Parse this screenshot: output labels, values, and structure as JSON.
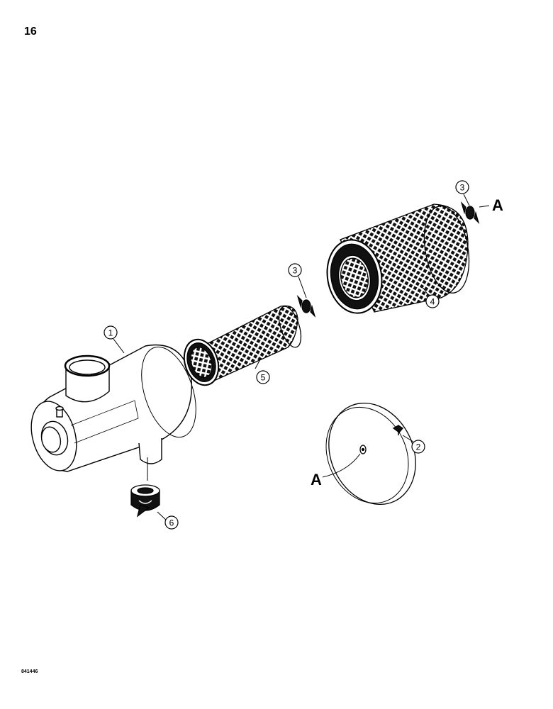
{
  "page_number": "16",
  "reference_number": "841446",
  "callouts": [
    "1",
    "2",
    "3",
    "3",
    "4",
    "5",
    "6"
  ],
  "letters": [
    "A",
    "A"
  ],
  "icons": [
    "air-cleaner-housing",
    "outer-filter-element",
    "inner-filter-element",
    "wing-nut",
    "end-cover",
    "dust-valve"
  ]
}
